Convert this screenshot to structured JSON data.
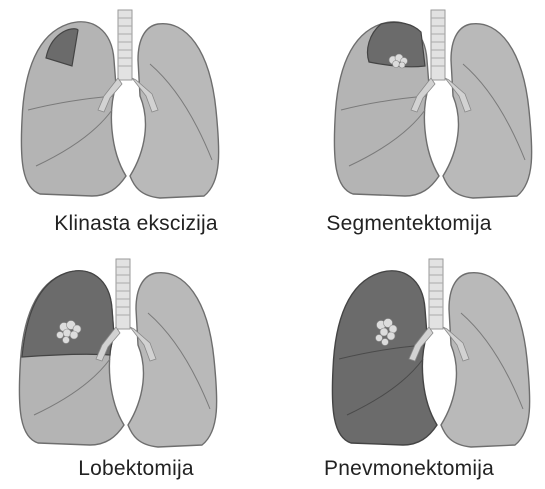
{
  "panels": [
    {
      "id": "wedge",
      "caption": "Klinasta ekscizija",
      "resected_region": "wedge-tip-right-upper-lobe"
    },
    {
      "id": "segment",
      "caption": "Segmentektomija",
      "resected_region": "segment-right-upper-lobe"
    },
    {
      "id": "lobe",
      "caption": "Lobektomija",
      "resected_region": "right-upper-lobe"
    },
    {
      "id": "pneumo",
      "caption": "Pnevmonektomija",
      "resected_region": "entire-right-lung"
    }
  ],
  "colors": {
    "lung_fill": "#b4b4b4",
    "lung_stroke": "#6e6e6e",
    "resected_fill": "#6b6b6b",
    "trachea": "#e2e2e2",
    "tumor": "#dcdcdc",
    "caption_text": "#222222"
  }
}
